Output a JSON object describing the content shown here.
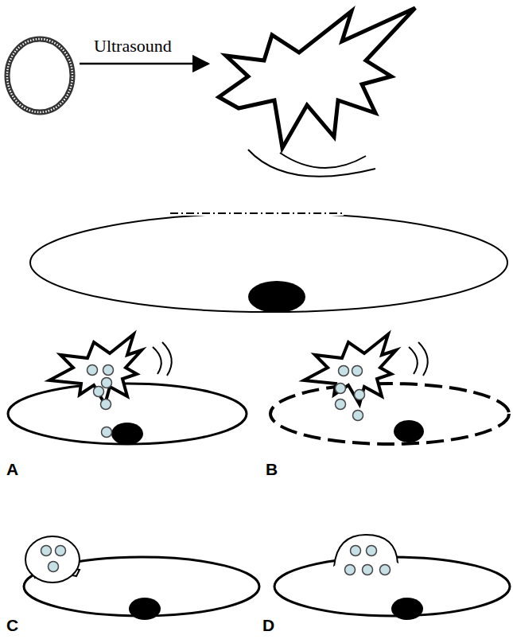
{
  "diagram": {
    "labels": [
      "Ultrasound",
      "A",
      "B",
      "C",
      "D"
    ]
  }
}
